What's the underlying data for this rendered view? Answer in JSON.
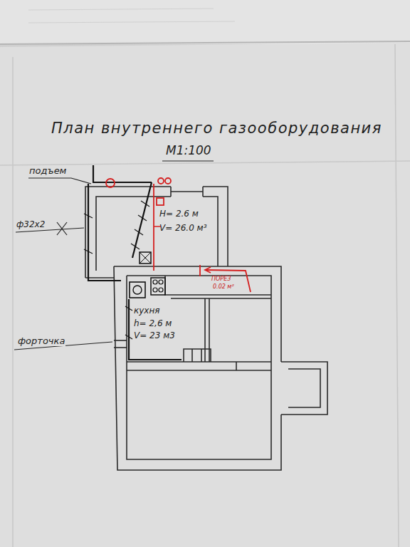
{
  "diagram": {
    "title": "План внутреннего газооборудования",
    "nodes": [
      {
        "text": [
          "H= 2.6 м",
          "V= 26.0 м³"
        ]
      },
      {
        "text": [
          "кухня",
          "h= 2,6 м",
          "V= 23 м3"
        ]
      }
    ],
    "labels": [
      "М1:100",
      "подъем",
      "ф32х2",
      "форточка",
      "ПОРЕЗ",
      "0.02 м²"
    ]
  }
}
